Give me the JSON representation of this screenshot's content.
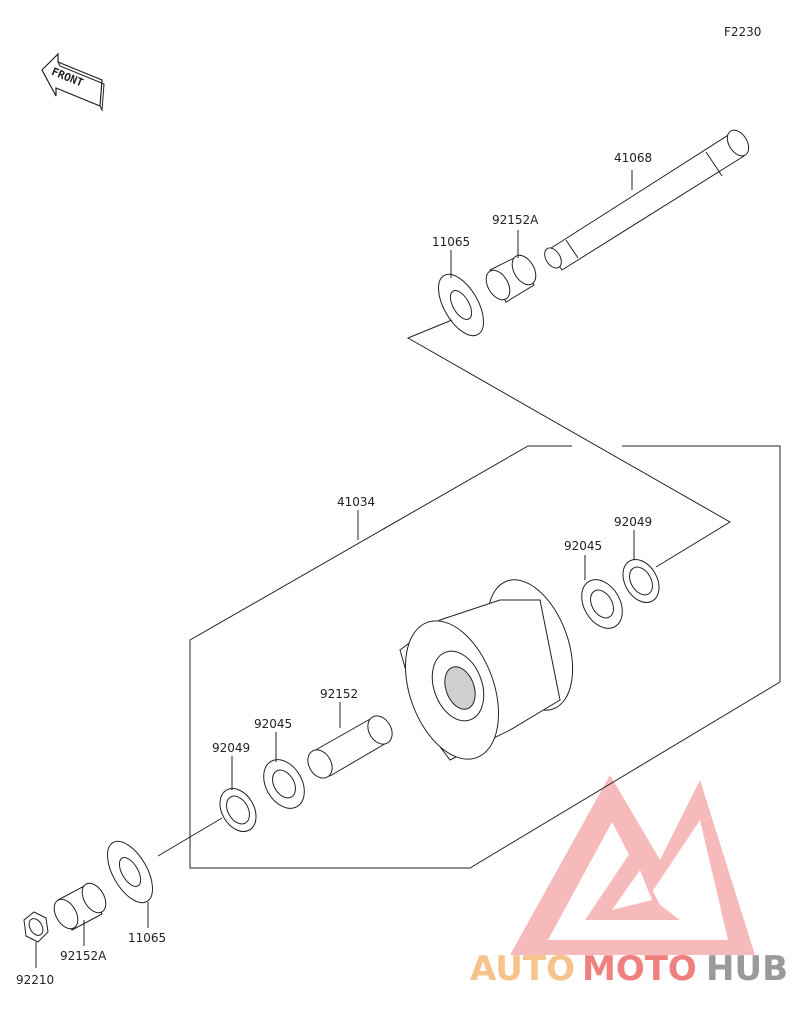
{
  "diagram": {
    "figure_code": "F2230",
    "front_label": "FRONT",
    "parts": {
      "axle": "41068",
      "collar_top": "92152A",
      "rotor_plate_top": "11065",
      "hub": "41034",
      "bearing_right": "92045",
      "seal_right": "92049",
      "spacer": "92152",
      "bearing_left": "92045",
      "seal_left": "92049",
      "rotor_plate_bottom": "11065",
      "collar_bottom": "92152A",
      "nut": "92210"
    }
  },
  "watermark": {
    "brand_part1": "AUTO",
    "brand_part2": "MOTO",
    "brand_part3": "HUB",
    "colors": {
      "auto": "#f6c38b",
      "moto": "#f08080",
      "hub": "#9a9a9a",
      "logo": "#f4a3a3"
    }
  }
}
